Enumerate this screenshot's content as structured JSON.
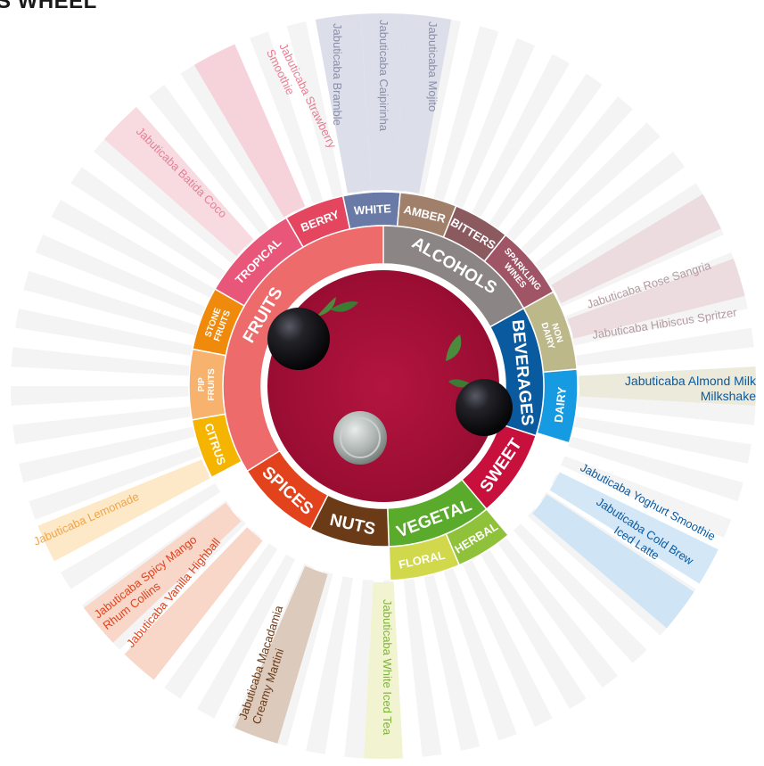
{
  "title": "S WHEEL",
  "categories": [
    {
      "id": "fruits",
      "label": "FRUITS",
      "color": "#ee6b6b"
    },
    {
      "id": "alcohols",
      "label": "ALCOHOLS",
      "color": "#8b8585"
    },
    {
      "id": "beverages",
      "label": "BEVERAGES",
      "color": "#0a5aa0"
    },
    {
      "id": "sweet",
      "label": "SWEET",
      "color": "#c8103c"
    },
    {
      "id": "vegetal",
      "label": "VEGETAL",
      "color": "#5aab2c"
    },
    {
      "id": "nuts",
      "label": "NUTS",
      "color": "#6b3a17"
    },
    {
      "id": "spices",
      "label": "SPICES",
      "color": "#e2421c"
    }
  ],
  "subcategories": [
    {
      "id": "berry",
      "label": "BERRY",
      "color": "#e5465f"
    },
    {
      "id": "white",
      "label": "WHITE",
      "color": "#6a7aa6"
    },
    {
      "id": "amber",
      "label": "AMBER",
      "color": "#a1806b"
    },
    {
      "id": "bitters",
      "label": "BITTERS",
      "color": "#8a5a5f"
    },
    {
      "id": "sparkling",
      "label": "SPARKLING WINES",
      "color": "#a05566"
    },
    {
      "id": "nondairy",
      "label": "NON DAIRY",
      "color": "#bcb88a"
    },
    {
      "id": "dairy",
      "label": "DAIRY",
      "color": "#169ae2"
    },
    {
      "id": "herbal",
      "label": "HERBAL",
      "color": "#8fc23a"
    },
    {
      "id": "floral",
      "label": "FLORAL",
      "color": "#d1d84c"
    },
    {
      "id": "citrus",
      "label": "CITRUS",
      "color": "#f4b400"
    },
    {
      "id": "pip",
      "label": "PIP FRUITS",
      "color": "#f7b26e"
    },
    {
      "id": "stone",
      "label": "STONE FRUITS",
      "color": "#f08a0c"
    },
    {
      "id": "tropical",
      "label": "TROPICAL",
      "color": "#e8577a"
    }
  ],
  "drinks": [
    {
      "id": "strawberry",
      "lines": [
        "Jabuticaba Strawberry",
        "Smoothie"
      ],
      "color": "#e57f94",
      "band": "#f6d3da"
    },
    {
      "id": "batida",
      "lines": [
        "Jabuticaba Batida Coco"
      ],
      "color": "#e57f94",
      "band": "#f8dbe1"
    },
    {
      "id": "bramble",
      "lines": [
        "Jabuticaba Bramble"
      ],
      "color": "#8a8fa8",
      "band": "#dcdeea"
    },
    {
      "id": "caipirinha",
      "lines": [
        "Jabuticaba Caipirinha"
      ],
      "color": "#8a8fa8",
      "band": "#dcdeea"
    },
    {
      "id": "mojito",
      "lines": [
        "Jabuticaba Mojito"
      ],
      "color": "#8a8fa8",
      "band": "#dcdeea"
    },
    {
      "id": "sangria",
      "lines": [
        "Jabuticaba Rose Sangria"
      ],
      "color": "#b39aa0",
      "band": "#ecdcdf"
    },
    {
      "id": "hibiscus",
      "lines": [
        "Jabuticaba Hibiscus Spritzer"
      ],
      "color": "#b39aa0",
      "band": "#ecdcdf"
    },
    {
      "id": "almond",
      "lines": [
        "Jabuticaba Almond Milk",
        "Milkshake"
      ],
      "color": "#0a5aa0",
      "band": "#ebeadb"
    },
    {
      "id": "yoghurt",
      "lines": [
        "Jabuticaba Yoghurt Smoothie"
      ],
      "color": "#0a5aa0",
      "band": "#d3e7f6"
    },
    {
      "id": "coldbrew",
      "lines": [
        "Jabuticaba Cold Brew",
        "Iced Latte"
      ],
      "color": "#0a5aa0",
      "band": "#cfe4f4"
    },
    {
      "id": "icedtea",
      "lines": [
        "Jabuticaba White Iced Tea"
      ],
      "color": "#7fb33e",
      "band": "#f2f4d1"
    },
    {
      "id": "macadamia",
      "lines": [
        "Jabuticaba Macadamia",
        "Creamy Martini"
      ],
      "color": "#6b3a17",
      "band": "#dccbbd"
    },
    {
      "id": "vanilla",
      "lines": [
        "Jabuticaba Vanilla Highball"
      ],
      "color": "#e2421c",
      "band": "#f8d6c8"
    },
    {
      "id": "spicymango",
      "lines": [
        "Jabuticaba Spicy Mango",
        "Rhum Collins"
      ],
      "color": "#e2421c",
      "band": "#f8d6c8"
    },
    {
      "id": "lemonade",
      "lines": [
        "Jabuticaba Lemonade"
      ],
      "color": "#f0a54a",
      "band": "#fde8c8"
    }
  ],
  "colors": {
    "center": "#a8113a",
    "ring_bg": "#ffffff"
  }
}
